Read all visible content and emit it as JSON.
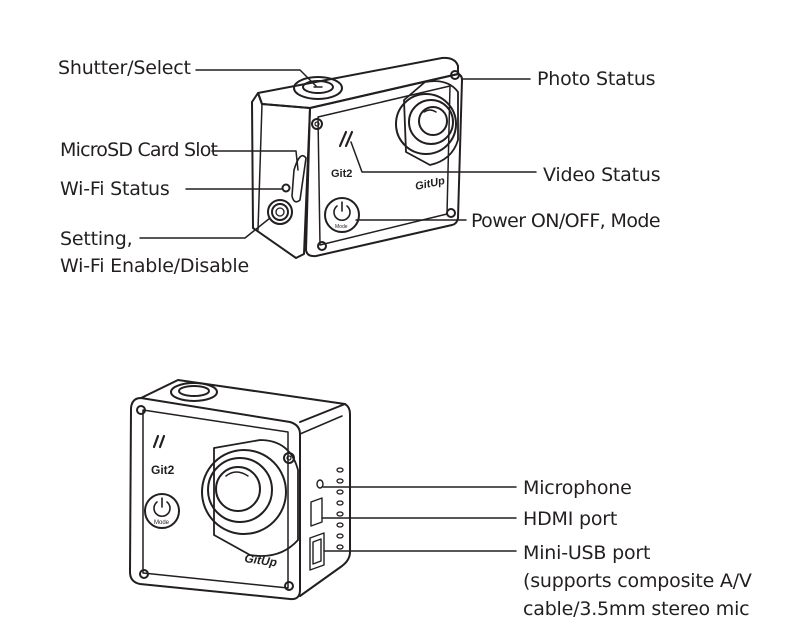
{
  "top_view": {
    "labels": {
      "shutter": "Shutter/Select",
      "microsd": "MicroSD Card Slot",
      "wifi_status": "Wi-Fi Status",
      "setting_1": "Setting,",
      "setting_2": "Wi-Fi Enable/Disable",
      "photo_status": "Photo Status",
      "video_status": "Video Status",
      "power": "Power ON/OFF, Mode"
    },
    "camera_text": {
      "model": "Git2",
      "brand": "GitUp",
      "button": "Mode"
    }
  },
  "bottom_view": {
    "labels": {
      "microphone": "Microphone",
      "hdmi": "HDMI port",
      "usb_1": "Mini-USB port",
      "usb_2": "(supports composite A/V",
      "usb_3": "cable/3.5mm stereo mic"
    },
    "camera_text": {
      "model": "Git2",
      "brand": "GitUp",
      "button": "Mode"
    }
  },
  "colors": {
    "ink": "#231f20",
    "background": "#ffffff"
  }
}
